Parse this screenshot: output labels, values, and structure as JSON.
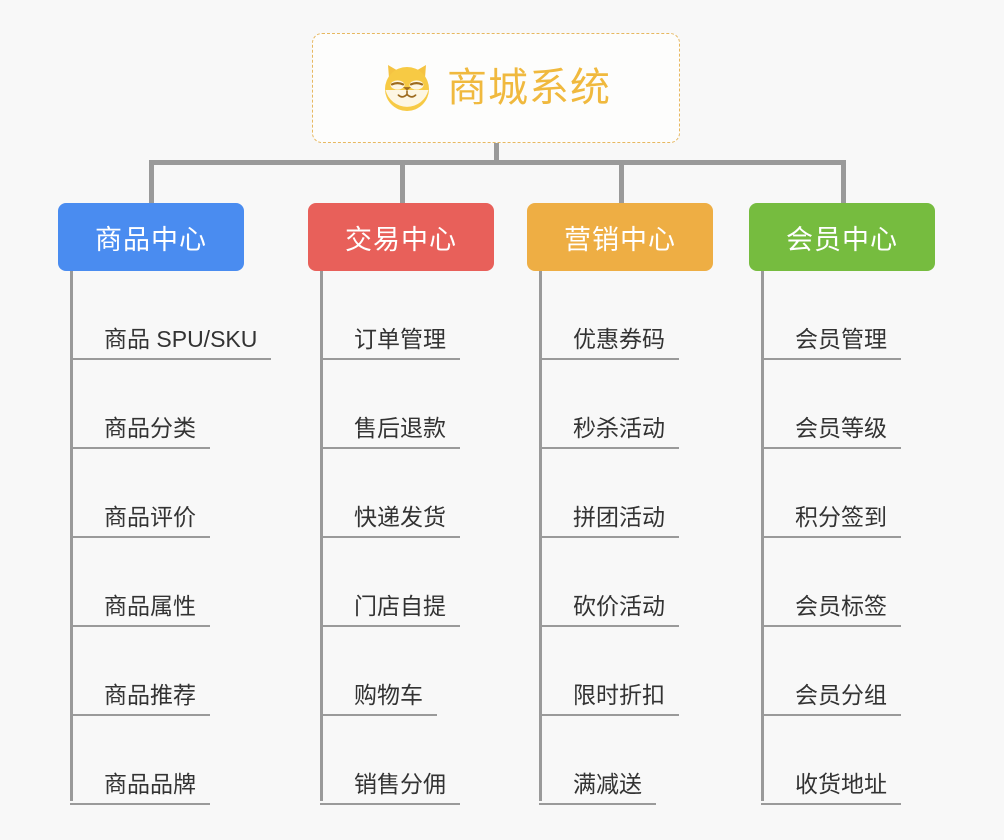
{
  "canvas": {
    "background": "#f8f8f8",
    "connector_color": "#9a9a9a"
  },
  "root": {
    "icon": "shiba-inu-dog-face-emoji",
    "title": "商城系统",
    "title_color": "#f0b93e",
    "border_color": "#e7b860"
  },
  "branches": [
    {
      "label": "商品中心",
      "color": "#4a8cf0",
      "items": [
        "商品 SPU/SKU",
        "商品分类",
        "商品评价",
        "商品属性",
        "商品推荐",
        "商品品牌"
      ]
    },
    {
      "label": "交易中心",
      "color": "#e8605a",
      "items": [
        "订单管理",
        "售后退款",
        "快递发货",
        "门店自提",
        "购物车",
        "销售分佣"
      ]
    },
    {
      "label": "营销中心",
      "color": "#eeae44",
      "items": [
        "优惠券码",
        "秒杀活动",
        "拼团活动",
        "砍价活动",
        "限时折扣",
        "满减送"
      ]
    },
    {
      "label": "会员中心",
      "color": "#76bc3f",
      "items": [
        "会员管理",
        "会员等级",
        "积分签到",
        "会员标签",
        "会员分组",
        "收货地址"
      ]
    }
  ]
}
